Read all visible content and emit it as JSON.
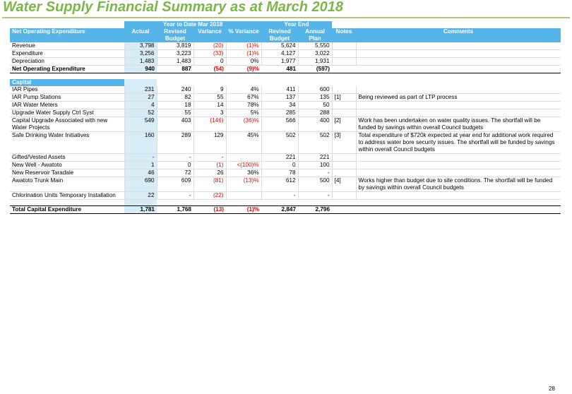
{
  "title": "Water Supply Financial Summary as at March 2018",
  "header": {
    "ytd_group": "Year to Date Mar 2018",
    "ye_group": "Year End",
    "columns": [
      "Net Operating Expenditure",
      "Actual",
      "Revised Budget",
      "Variance",
      "% Variance",
      "Revised Budget",
      "Annual Plan",
      "Notes",
      "Comments"
    ]
  },
  "operating_rows": [
    {
      "label": "Revenue",
      "actual": "3,798",
      "rev_budget": "3,819",
      "variance": "(20)",
      "pct": "(1)%",
      "ye_budget": "5,624",
      "annual_plan": "5,550",
      "notes": "",
      "comments": ""
    },
    {
      "label": "Expenditure",
      "actual": "3,256",
      "rev_budget": "3,223",
      "variance": "(33)",
      "pct": "(1)%",
      "ye_budget": "4,127",
      "annual_plan": "3,022",
      "notes": "",
      "comments": ""
    },
    {
      "label": "Depreciation",
      "actual": "1,483",
      "rev_budget": "1,483",
      "variance": "0",
      "pct": "0%",
      "ye_budget": "1,977",
      "annual_plan": "1,931",
      "notes": "",
      "comments": ""
    }
  ],
  "operating_total": {
    "label": "Net Operating Expenditure",
    "actual": "940",
    "rev_budget": "887",
    "variance": "(54)",
    "pct": "(9)%",
    "ye_budget": "481",
    "annual_plan": "(597)"
  },
  "capital_label": "Capital",
  "capital_rows": [
    {
      "label": "IAR Pipes",
      "actual": "231",
      "rev_budget": "240",
      "variance": "9",
      "pct": "4%",
      "ye_budget": "411",
      "annual_plan": "600",
      "notes": "",
      "comments": ""
    },
    {
      "label": "IAR Pump Stations",
      "actual": "27",
      "rev_budget": "82",
      "variance": "55",
      "pct": "67%",
      "ye_budget": "137",
      "annual_plan": "135",
      "notes": "[1]",
      "comments": "Being reviewed as part of LTP process"
    },
    {
      "label": "IAR Water Meters",
      "actual": "4",
      "rev_budget": "18",
      "variance": "14",
      "pct": "78%",
      "ye_budget": "34",
      "annual_plan": "50",
      "notes": "",
      "comments": ""
    },
    {
      "label": "Upgrade Water Supply Ctrl Syst",
      "actual": "52",
      "rev_budget": "55",
      "variance": "3",
      "pct": "5%",
      "ye_budget": "285",
      "annual_plan": "288",
      "notes": "",
      "comments": ""
    },
    {
      "label": "Capital Upgrade Associated with new Water Projects",
      "actual": "549",
      "rev_budget": "403",
      "variance": "(146)",
      "pct": "(36)%",
      "ye_budget": "566",
      "annual_plan": "400",
      "notes": "[2]",
      "comments": "Work has been undertaken on water quality issues. The shortfall will be funded by savings within overall Council budgets"
    },
    {
      "label": "Safe Drinking Water Initiatives",
      "actual": "160",
      "rev_budget": "289",
      "variance": "129",
      "pct": "45%",
      "ye_budget": "502",
      "annual_plan": "502",
      "notes": "[3]",
      "comments": "Total expenditure of $720k expected at year end for additional work required to address water bore security issues. The shortfall will be funded by savings within overall Council budgets"
    },
    {
      "label": "Gifted/Vested Assets",
      "actual": "-",
      "rev_budget": "-",
      "variance": "-",
      "pct": "",
      "ye_budget": "221",
      "annual_plan": "221",
      "notes": "",
      "comments": ""
    },
    {
      "label": "New Well - Awatoto",
      "actual": "1",
      "rev_budget": "0",
      "variance": "(1)",
      "pct": "<(100)%",
      "ye_budget": "0",
      "annual_plan": "100",
      "notes": "",
      "comments": ""
    },
    {
      "label": "New Reservoir Taradale",
      "actual": "46",
      "rev_budget": "72",
      "variance": "26",
      "pct": "36%",
      "ye_budget": "78",
      "annual_plan": "-",
      "notes": "",
      "comments": ""
    },
    {
      "label": "Awatoto Trunk Main",
      "actual": "690",
      "rev_budget": "609",
      "variance": "(81)",
      "pct": "(13)%",
      "ye_budget": "612",
      "annual_plan": "500",
      "notes": "[4]",
      "comments": "Works higher than budget due to site conditions. The shortfall will be funded by savings within overall Council budgets"
    },
    {
      "label": "Chlorination Units Temporary Installation",
      "actual": "22",
      "rev_budget": "-",
      "variance": "(22)",
      "pct": "",
      "ye_budget": "-",
      "annual_plan": "-",
      "notes": "",
      "comments": ""
    }
  ],
  "capital_total": {
    "label": "Total Capital Expenditure",
    "actual": "1,781",
    "rev_budget": "1,768",
    "variance": "(13)",
    "pct": "(1)%",
    "ye_budget": "2,847",
    "annual_plan": "2,796"
  },
  "page_number": "28",
  "colors": {
    "title": "#7ab648",
    "header": "#56b5e8",
    "actual_col": "#d6ecf7",
    "negative": "#e00000"
  }
}
